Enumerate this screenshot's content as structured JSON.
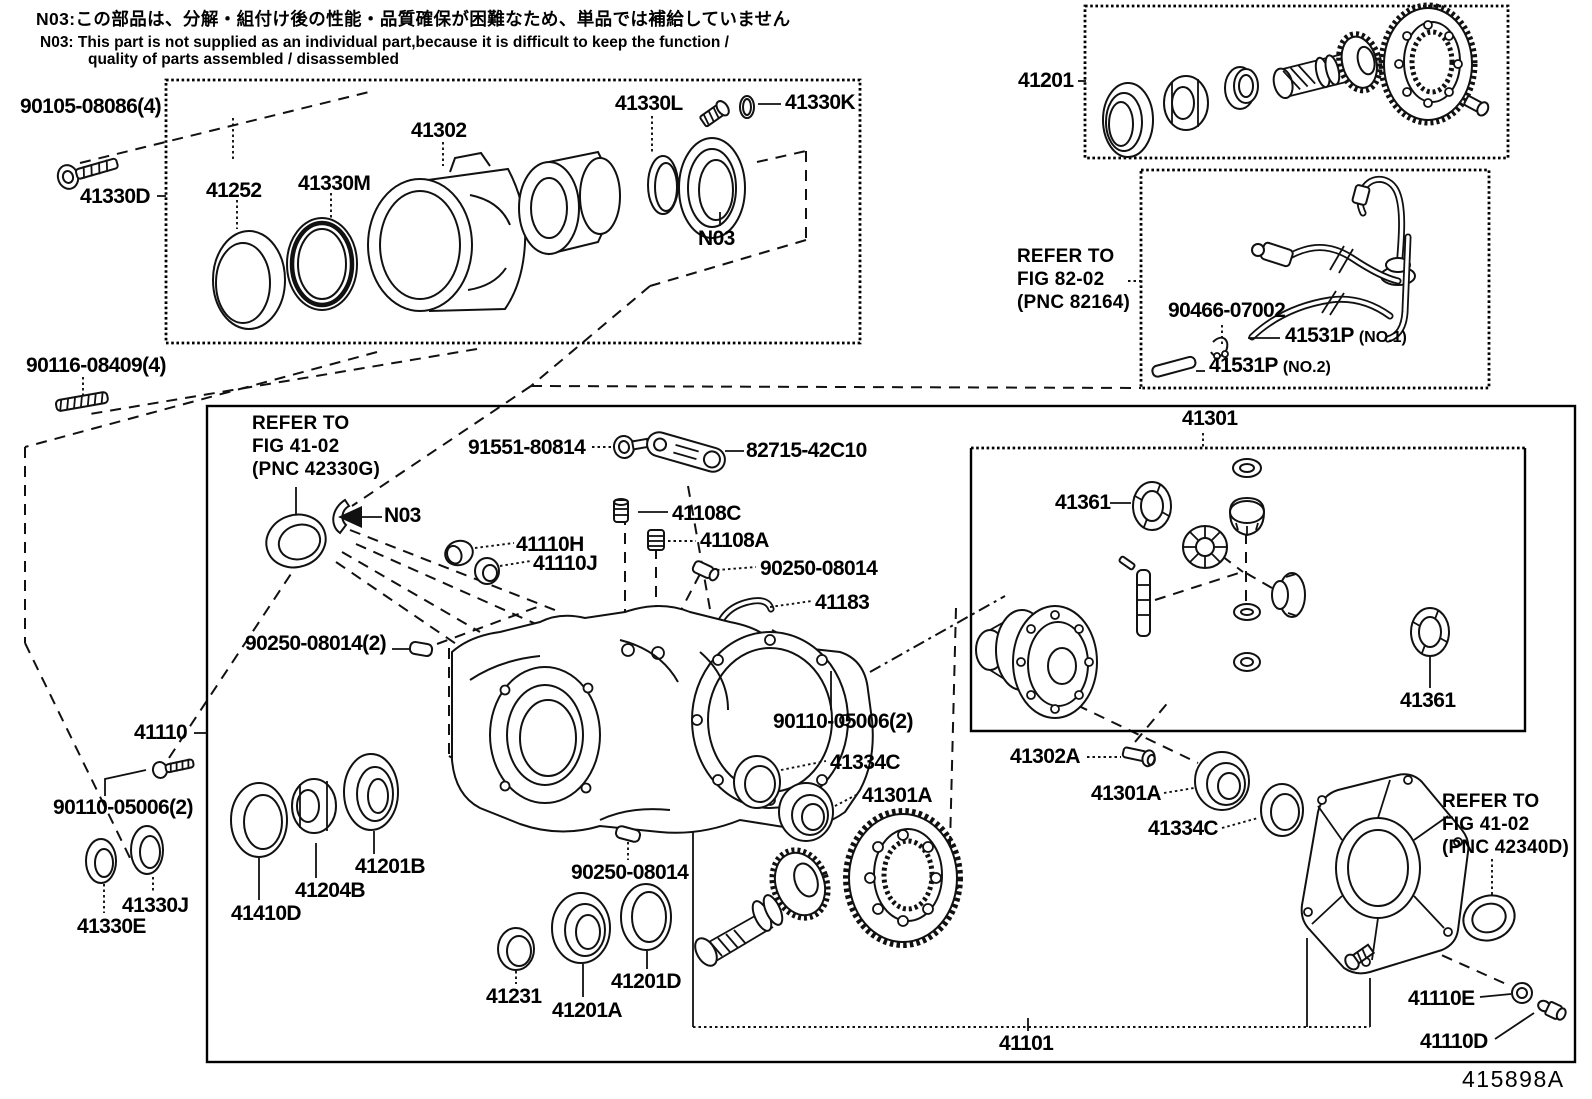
{
  "note": {
    "line1_jp": "N03:この部品は、分解・組付け後の性能・品質確保が困難なため、単品では補給していません",
    "line2_en": "N03: This part is not supplied as an individual part,because it is difficult to keep the function /",
    "line3_en": "quality of parts assembled / disassembled"
  },
  "figure_id": "415898A",
  "colors": {
    "line": "#000000",
    "background": "#ffffff"
  },
  "parts": {
    "p90105": "90105-08086(4)",
    "p41330D": "41330D",
    "p41252": "41252",
    "p41330M": "41330M",
    "p41302": "41302",
    "p41330L": "41330L",
    "p41330K": "41330K",
    "n03": "N03",
    "p41201": "41201",
    "p90466": "90466-07002",
    "p41531P": "41531P",
    "no1": "(NO.1)",
    "no2": "(NO.2)",
    "p90116": "90116-08409(4)",
    "p91551": "91551-80814",
    "p82715": "82715-42C10",
    "p41108C": "41108C",
    "p41108A": "41108A",
    "p90250": "90250-08014",
    "p90250x2": "90250-08014(2)",
    "p41183": "41183",
    "p41110": "41110",
    "p90110x2": "90110-05006(2)",
    "p41110H": "41110H",
    "p41110J": "41110J",
    "p41330J": "41330J",
    "p41330E": "41330E",
    "p41410D": "41410D",
    "p41204B": "41204B",
    "p41201B": "41201B",
    "p41231": "41231",
    "p41201A": "41201A",
    "p41201D": "41201D",
    "p41334C": "41334C",
    "p41301A": "41301A",
    "p41301": "41301",
    "p41361": "41361",
    "p41302A": "41302A",
    "p41110E": "41110E",
    "p41110D": "41110D",
    "p41101": "41101"
  },
  "refer_blocks": {
    "fig8202": {
      "line1": "REFER TO",
      "line2": "FIG 82-02",
      "line3": "(PNC 82164)"
    },
    "fig4102g": {
      "line1": "REFER TO",
      "line2": "FIG 41-02",
      "line3": "(PNC 42330G)"
    },
    "fig4102d": {
      "line1": "REFER TO",
      "line2": "FIG 41-02",
      "line3": "(PNC 42340D)"
    }
  }
}
